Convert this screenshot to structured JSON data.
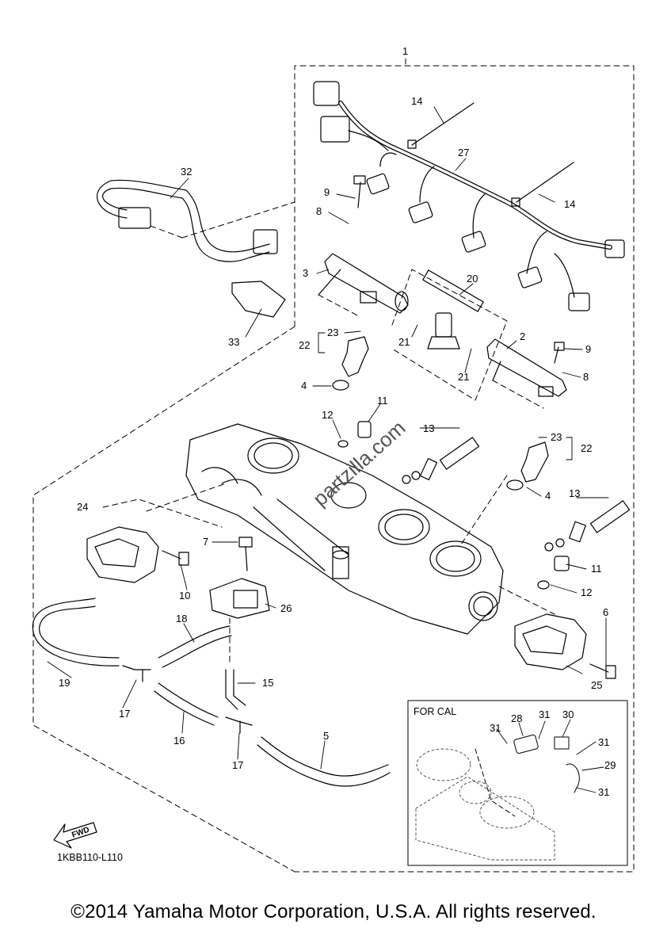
{
  "diagram_code": "1KBB110-L110",
  "copyright": "©2014 Yamaha Motor Corporation, U.S.A. All rights reserved.",
  "inset_title": "FOR CAL",
  "fwd_label": "FWD",
  "watermark": "partzilla.com",
  "callouts": {
    "c1": "1",
    "c2": "2",
    "c3": "3",
    "c4a": "4",
    "c4b": "4",
    "c5": "5",
    "c6": "6",
    "c7": "7",
    "c8a": "8",
    "c8b": "8",
    "c9a": "9",
    "c9b": "9",
    "c10": "10",
    "c11a": "11",
    "c11b": "11",
    "c12a": "12",
    "c12b": "12",
    "c13a": "13",
    "c13b": "13",
    "c14a": "14",
    "c14b": "14",
    "c15": "15",
    "c16": "16",
    "c17a": "17",
    "c17b": "17",
    "c18": "18",
    "c19": "19",
    "c20": "20",
    "c21a": "21",
    "c21b": "21",
    "c22a": "22",
    "c22b": "22",
    "c23a": "23",
    "c23b": "23",
    "c24": "24",
    "c25": "25",
    "c26": "26",
    "c27": "27",
    "c28": "28",
    "c29": "29",
    "c30": "30",
    "c31a": "31",
    "c31b": "31",
    "c31c": "31",
    "c31d": "31",
    "c32": "32",
    "c33": "33"
  }
}
